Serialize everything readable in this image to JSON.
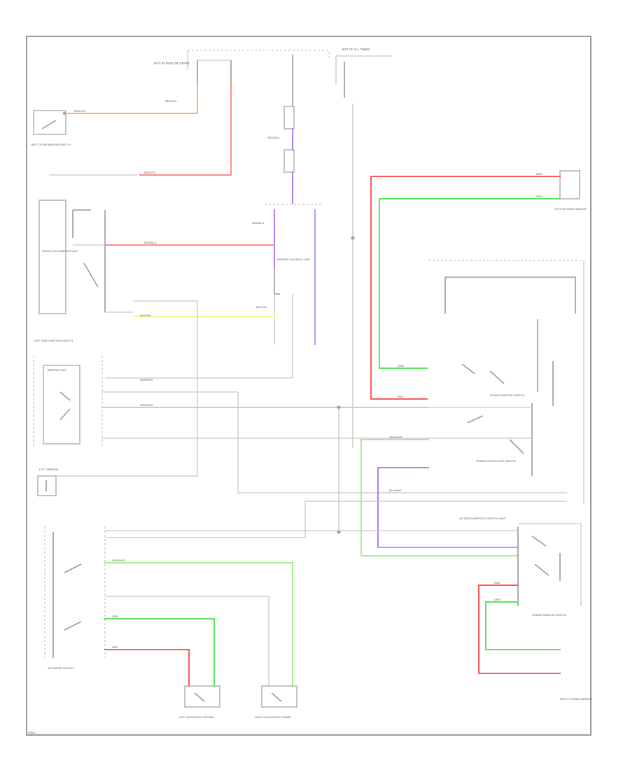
{
  "colors": {
    "orange": "#ffb06a",
    "pink": "#ff8c8c",
    "red": "#ff5a5a",
    "green": "#5ee35e",
    "lightgreen": "#a6ef8e",
    "purple": "#b07ee8",
    "blue": "#9ea6ff",
    "yellow": "#f3f39a",
    "gray": "#c7c7c7"
  },
  "labels": {
    "fuse_top": "HOT IN RUN OR START",
    "fuse_top_right": "HOT AT ALL TIMES",
    "wire_labels": [
      "RED/YEL",
      "RED/YEL",
      "RED/YEL",
      "RED/BLU",
      "RED/BLU",
      "RED/BLU",
      "GRN/WHT",
      "GRN/WHT",
      "BLK/YEL",
      "BLK/YEL",
      "RED",
      "GRN",
      "RED",
      "GRN",
      "RED",
      "GRN",
      "RED",
      "GRN",
      "GRN/WHT",
      "BLK/WHT",
      "GRN/WHT"
    ],
    "left_top_switch": "LEFT DOOR MIRROR SWITCH",
    "left_door_relay": "LEFT SIDE IGNITION SWITCH",
    "mirror_unit": "MIRROR UNIT",
    "upper_mid_module": "MIRROR CONTROL UNIT",
    "left_module": "DOOR LOCK MIRROR UNIT",
    "right_top_motor": "LEFT OUTSIDE MIRROR",
    "left_panel": "LEFT MIRROR",
    "mid_right_switch": "POWER MIRROR SWITCH",
    "power_door_switch": "POWER DOOR LOCK SWITCH",
    "adjuster_left": "LEFT ADJUSTING POWER",
    "adjuster_right": "RIGHT ADJUSTING POWER",
    "outside_mirror_unit": "OUTSIDE MIRROR CONTROL UNIT",
    "right_mirror_unit": "POWER MIRROR SWITCH",
    "right_bottom_motor": "RIGHT POWER MIRROR",
    "bottom_left_module": "ADJUSTER MOTOR",
    "corner_code": "W50U"
  }
}
